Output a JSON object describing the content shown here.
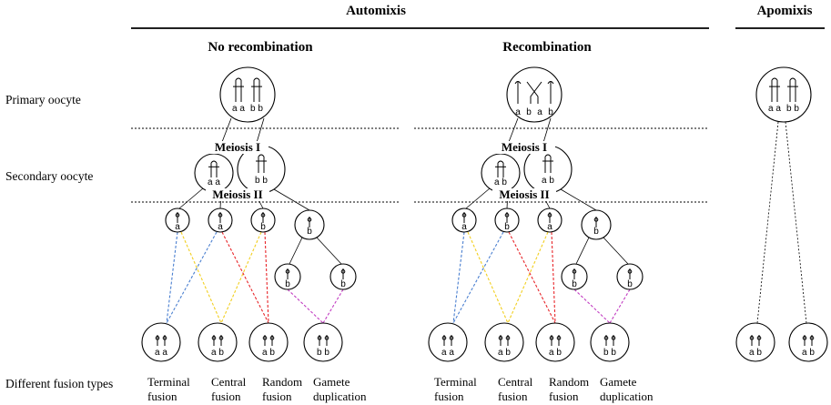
{
  "headers": {
    "automixis": "Automixis",
    "apomixis": "Apomixis",
    "no_recombination": "No recombination",
    "recombination": "Recombination"
  },
  "row_labels": {
    "primary": "Primary oocyte",
    "secondary": "Secondary oocyte",
    "fusion_types": "Different fusion types"
  },
  "meiosis": {
    "first": "Meiosis I",
    "second": "Meiosis II"
  },
  "fusion_types": [
    {
      "line1": "Terminal",
      "line2": "fusion"
    },
    {
      "line1": "Central",
      "line2": "fusion"
    },
    {
      "line1": "Random",
      "line2": "fusion"
    },
    {
      "line1": "Gamete",
      "line2": "duplication"
    }
  ],
  "no_recombination": {
    "primary_alleles": [
      "a a",
      "b b"
    ],
    "secondary_alleles": [
      "a a",
      "b b"
    ],
    "gametes": [
      "a",
      "a",
      "b",
      "b"
    ],
    "duplicated": [
      "b",
      "b"
    ],
    "products": [
      "a a",
      "a b",
      "a b",
      "b b"
    ]
  },
  "recombination": {
    "primary_alleles": [
      "a",
      "b",
      "a",
      "b"
    ],
    "secondary_alleles": [
      "a b",
      "a b"
    ],
    "gametes": [
      "a",
      "b",
      "a",
      "b"
    ],
    "duplicated": [
      "b",
      "b"
    ],
    "products": [
      "a a",
      "a b",
      "a b",
      "b b"
    ]
  },
  "apomixis": {
    "primary_alleles": [
      "a a",
      "b b"
    ],
    "products": [
      "a b",
      "a b"
    ]
  },
  "colors": {
    "terminal": "#4a7fd0",
    "central": "#f2cf1f",
    "random": "#e8262a",
    "duplication": "#c23cc2"
  }
}
